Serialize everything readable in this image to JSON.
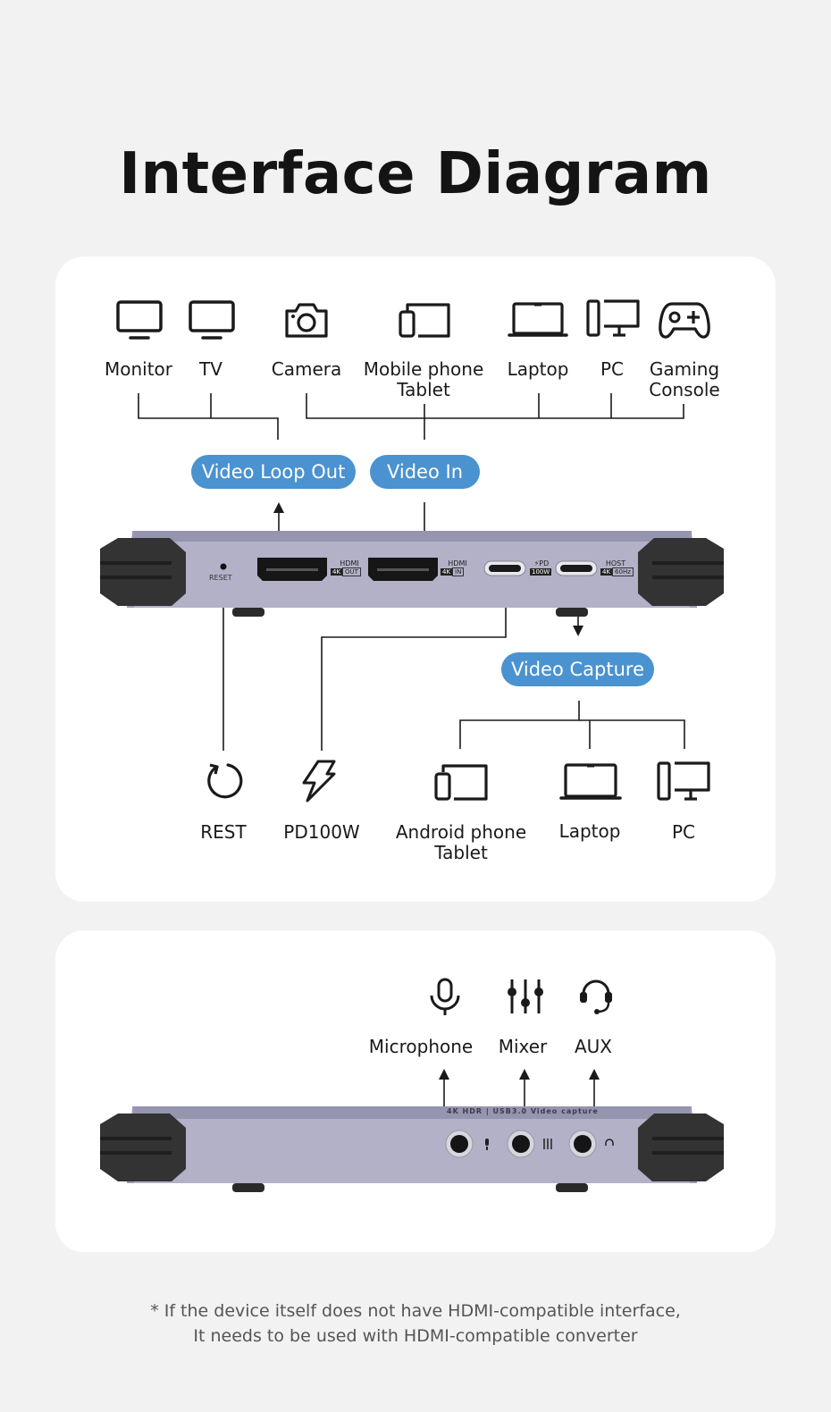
{
  "title": "Interface Diagram",
  "top_devices": [
    {
      "icon": "monitor-icon",
      "label": "Monitor"
    },
    {
      "icon": "tv-icon",
      "label": "TV"
    },
    {
      "icon": "camera-icon",
      "label": "Camera"
    },
    {
      "icon": "phone-tablet-icon",
      "label": "Mobile phone\nTablet"
    },
    {
      "icon": "laptop-icon",
      "label": "Laptop"
    },
    {
      "icon": "pc-icon",
      "label": "PC"
    },
    {
      "icon": "gamepad-icon",
      "label": "Gaming\nConsole"
    }
  ],
  "pills": {
    "video_loop_out": "Video Loop Out",
    "video_in": "Video In",
    "video_capture": "Video Capture"
  },
  "device_front": {
    "reset_label": "RESET",
    "hdmi_out": {
      "name": "HDMI",
      "badge": "4K",
      "tag": "OUT"
    },
    "hdmi_in": {
      "name": "HDMI",
      "badge": "4K",
      "tag": "IN"
    },
    "pd": {
      "name": "⚡PD",
      "tag": "100W"
    },
    "host": {
      "name": "HOST",
      "badge": "4K",
      "tag": "60Hz"
    }
  },
  "bottom_devices": [
    {
      "icon": "reset-icon",
      "label": "REST"
    },
    {
      "icon": "lightning-icon",
      "label": "PD100W"
    },
    {
      "icon": "phone-tablet-icon",
      "label": "Android phone\nTablet"
    },
    {
      "icon": "laptop-icon",
      "label": "Laptop"
    },
    {
      "icon": "pc-icon",
      "label": "PC"
    }
  ],
  "audio_devices": [
    {
      "icon": "microphone-icon",
      "label": "Microphone"
    },
    {
      "icon": "mixer-icon",
      "label": "Mixer"
    },
    {
      "icon": "headset-icon",
      "label": "AUX"
    }
  ],
  "device_back": {
    "print": "4K HDR  |  USB3.0 Video capture"
  },
  "footnote": {
    "line1": "* If the device itself does not have HDMI-compatible interface,",
    "line2": "It needs to be used with HDMI-compatible converter"
  },
  "colors": {
    "accent": "#4a92d0",
    "background": "#f2f2f2",
    "card": "#ffffff",
    "device_body": "#a9a8c0"
  }
}
